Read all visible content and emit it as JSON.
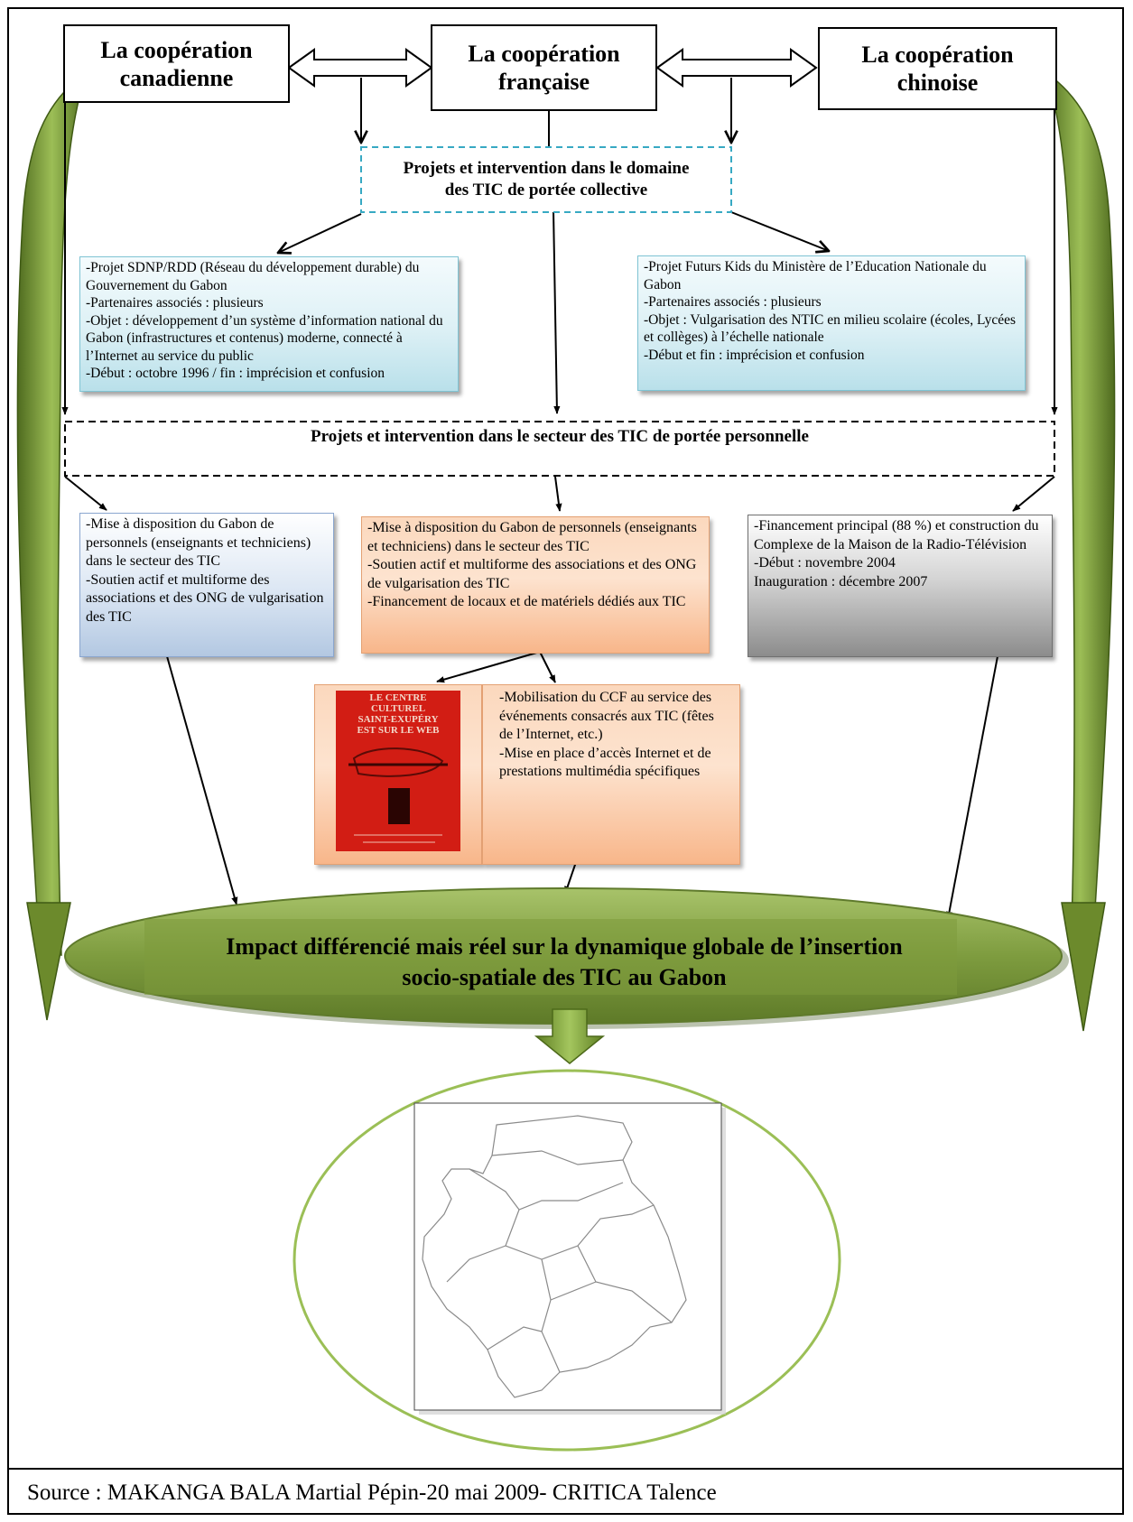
{
  "diagram": {
    "cooperation": {
      "canadienne": "La coopération\ncanadienne",
      "francaise": "La coopération\nfrançaise",
      "chinoise": "La coopération\nchinoise"
    },
    "collective_box": "Projets et intervention dans le domaine\ndes TIC de portée collective",
    "collective_left": "-Projet SDNP/RDD (Réseau du développement durable) du Gouvernement du Gabon\n-Partenaires associés : plusieurs\n-Objet : développement d’un système d’information national du Gabon (infrastructures et contenus) moderne, connecté à l’Internet au service du public\n-Début : octobre 1996 / fin : imprécision et confusion",
    "collective_right": "-Projet Futurs Kids du Ministère de l’Education Nationale du Gabon\n-Partenaires associés : plusieurs\n-Objet : Vulgarisation des NTIC en milieu scolaire (écoles, Lycées et collèges) à l’échelle nationale\n-Début et fin : imprécision et confusion",
    "personal_box": "Projets et intervention dans le secteur des TIC de portée personnelle",
    "personal_canada": "-Mise à disposition du Gabon de personnels (enseignants et techniciens) dans le secteur des TIC\n-Soutien actif et multiforme des associations et des ONG de vulgarisation des TIC",
    "personal_france": "-Mise à disposition du Gabon de personnels (enseignants et techniciens) dans le secteur des TIC\n-Soutien actif et multiforme des associations et des ONG de vulgarisation des TIC\n-Financement de locaux et de matériels dédiés aux TIC",
    "personal_china": "-Financement principal (88 %) et construction du Complexe de la Maison de la Radio-Télévision\n-Début : novembre 2004\nInauguration : décembre 2007",
    "ccf_text": "-Mobilisation du CCF au service des événements consacrés aux TIC (fêtes de l’Internet, etc.)\n-Mise en place d’accès Internet et de prestations multimédia spécifiques",
    "poster_text": "LE CENTRE CULTUREL\nSAINT-EXUPÉRY\nEST SUR LE WEB",
    "impact": "Impact différencié mais réel sur la dynamique globale de l’insertion\nsocio-spatiale des TIC au Gabon"
  },
  "source": "Source : MAKANGA BALA Martial Pépin-20 mai 2009- CRITICA Talence"
}
